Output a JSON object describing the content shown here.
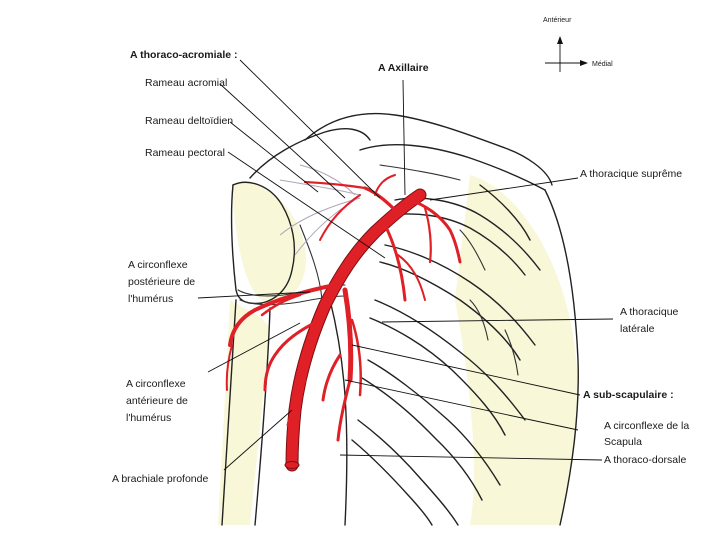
{
  "compass": {
    "vertical": "Antérieur",
    "horizontal": "Médial"
  },
  "labels": {
    "thoraco_acromiale": "A thoraco-acromiale :",
    "rameau_acromial": "Rameau acromial",
    "rameau_deltoidien": "Rameau deltoïdien",
    "rameau_pectoral": "Rameau pectoral",
    "axillaire": "A Axillaire",
    "thoracique_supreme": "A thoracique suprême",
    "circonflexe_post_1": "A circonflexe",
    "circonflexe_post_2": "postérieure de",
    "circonflexe_post_3": "l'humérus",
    "thoracique_laterale_1": "A thoracique",
    "thoracique_laterale_2": "latérale",
    "circonflexe_ant_1": "A circonflexe",
    "circonflexe_ant_2": "antérieure de",
    "circonflexe_ant_3": "l'humérus",
    "sub_scapulaire": "A sub-scapulaire :",
    "circonflexe_scapula_1": "A circonflexe de la",
    "circonflexe_scapula_2": "Scapula",
    "thoraco_dorsale": "A thoraco-dorsale",
    "brachiale_profonde": "A brachiale profonde"
  },
  "colors": {
    "artery": "#e02027",
    "artery_dark": "#7a0f12",
    "bone_tint": "#f3f1b8"
  }
}
